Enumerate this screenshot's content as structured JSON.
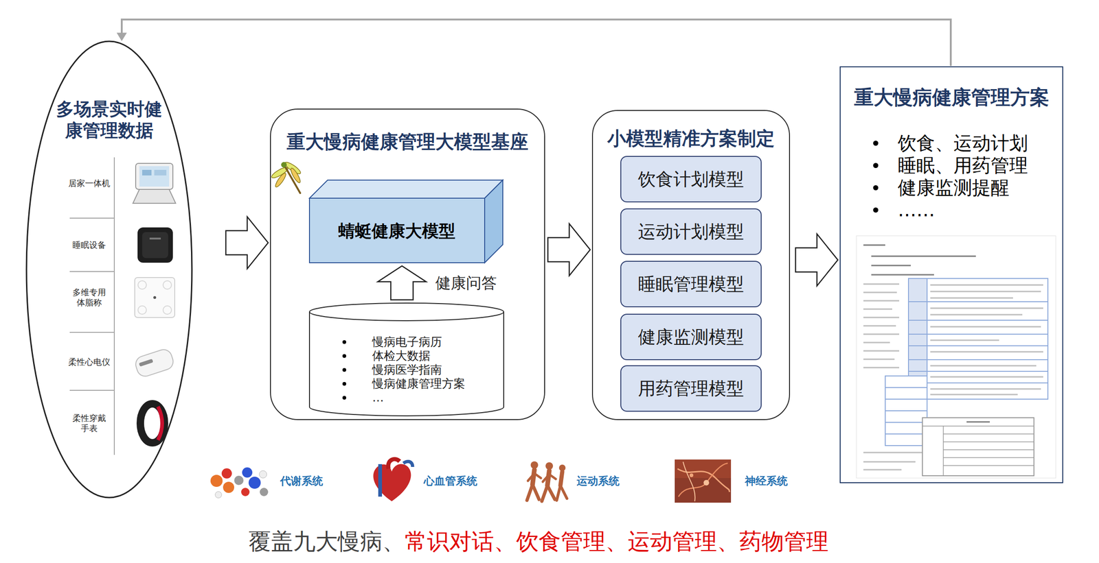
{
  "diagram": {
    "nodes": [
      {
        "text": [
          "多场景实时健康管理数据"
        ]
      },
      {
        "text": [
          "重大慢病健康管理大模型基座"
        ]
      },
      {
        "text": [
          "蜻蜓健康大模型"
        ],
        "in": 1
      },
      {
        "text": [
          "慢病电子病历",
          "体检大数据",
          "慢病医学指南",
          "慢病健康管理方案",
          "…"
        ],
        "in": 1
      },
      {
        "text": [
          "小模型精准方案制定"
        ]
      },
      {
        "text": [
          "饮食计划模型"
        ],
        "in": 4
      },
      {
        "text": [
          "运动计划模型"
        ],
        "in": 4
      },
      {
        "text": [
          "睡眠管理模型"
        ],
        "in": 4
      },
      {
        "text": [
          "健康监测模型"
        ],
        "in": 4
      },
      {
        "text": [
          "用药管理模型"
        ],
        "in": 4
      },
      {
        "text": [
          "重大慢病健康管理方案",
          "饮食、运动计划",
          "睡眠、用药管理",
          "健康监测提醒",
          "……"
        ]
      }
    ],
    "edges": [
      {
        "from": 0,
        "to": 1,
        "arrow": "to"
      },
      {
        "from": 1,
        "to": 4,
        "arrow": "to"
      },
      {
        "from": 4,
        "to": 10,
        "arrow": "to"
      },
      {
        "from": 3,
        "to": 2,
        "label": "健康问答",
        "arrow": "to"
      },
      {
        "from": 10,
        "to": 0,
        "arrow": "to"
      }
    ],
    "labels": [
      "居家一体机",
      "睡眠设备",
      "多维专用体脂称",
      "柔性心电仪",
      "柔性穿戴手表",
      "代谢系统",
      "心血管系统",
      "运动系统",
      "神经系统",
      "覆盖九大慢病、",
      "常识对话、饮食管理、运动管理、药物管理"
    ]
  }
}
